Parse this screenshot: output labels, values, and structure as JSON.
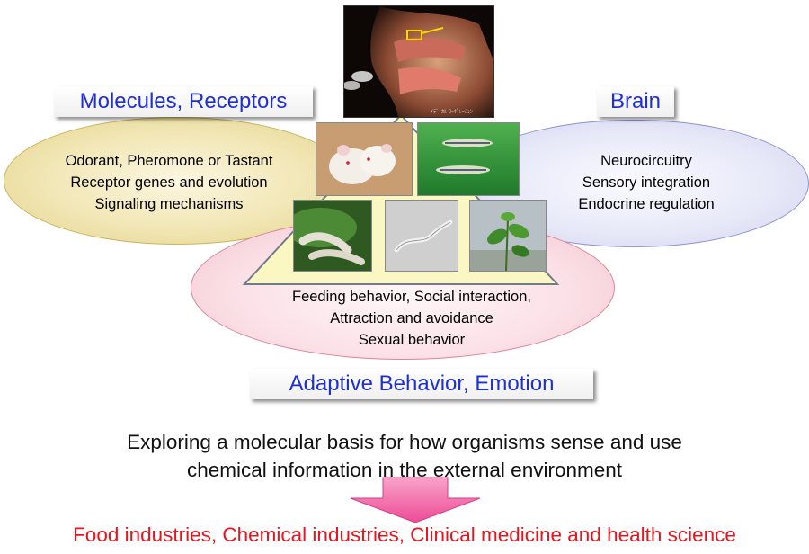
{
  "sections": {
    "molecules": {
      "title": "Molecules, Receptors",
      "lines": [
        "Odorant, Pheromone or Tastant",
        "Receptor genes and evolution",
        "Signaling mechanisms"
      ]
    },
    "brain": {
      "title": "Brain",
      "lines": [
        "Neurocircuitry",
        "Sensory integration",
        "Endocrine regulation"
      ]
    },
    "behavior": {
      "title": "Adaptive Behavior, Emotion",
      "lines": [
        "Feeding behavior, Social interaction,",
        "Attraction and avoidance",
        "Sexual behavior"
      ]
    }
  },
  "summary": [
    "Exploring a molecular basis for how organisms sense and use",
    "chemical information in the external environment"
  ],
  "outcome": "Food industries, Chemical industries, Clinical medicine and health science",
  "photos": {
    "head_caption": "ﾒﾃﾞｨｶﾙ ｺｰﾎﾟﾚｰｼｮﾝ"
  },
  "colors": {
    "title_text": "#1f2fd6",
    "outcome_text": "#e8141e",
    "arrow": "#f05aa0",
    "pyramid_fill": "#fbf7c2"
  }
}
